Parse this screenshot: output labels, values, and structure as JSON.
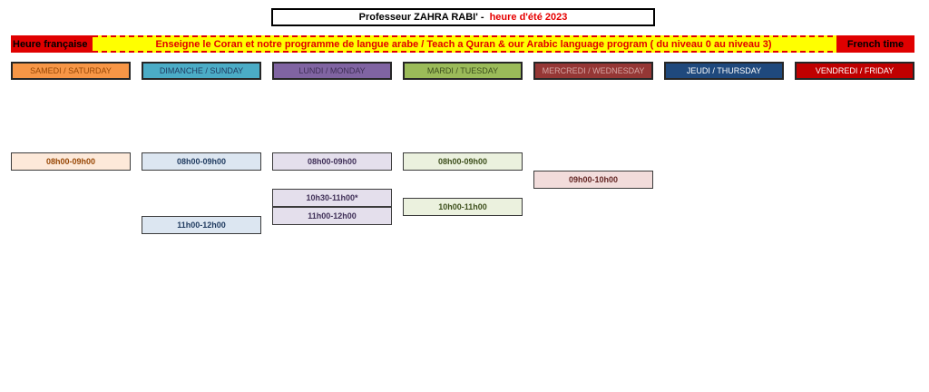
{
  "title": {
    "main": "Professeur ZAHRA RABI' -",
    "highlight": "heure d'été 2023"
  },
  "banner": {
    "left": "Heure française",
    "center": "Enseigne le Coran et notre programme de langue arabe / Teach a Quran  & our Arabic language program ( du niveau 0 au niveau 3)",
    "right": "French time"
  },
  "days": [
    {
      "label": "SAMEDI / SATURDAY",
      "bg": "#f79646",
      "fg": "#984806"
    },
    {
      "label": "DIMANCHE / SUNDAY",
      "bg": "#4bacc6",
      "fg": "#1f3a5f"
    },
    {
      "label": "LUNDI / MONDAY",
      "bg": "#8064a2",
      "fg": "#3f2f57"
    },
    {
      "label": "MARDI / TUESDAY",
      "bg": "#9bbb59",
      "fg": "#3d4f1c"
    },
    {
      "label": "MERCREDI / WEDNESDAY",
      "bg": "#953735",
      "fg": "#d6a6a4"
    },
    {
      "label": "JEUDI / THURSDAY",
      "bg": "#1f497d",
      "fg": "#ffffff"
    },
    {
      "label": "VENDREDI / FRIDAY",
      "bg": "#c00000",
      "fg": "#ffffff"
    }
  ],
  "slots": {
    "saturday": [
      "08h00-09h00"
    ],
    "sunday": [
      "08h00-09h00",
      "11h00-12h00"
    ],
    "monday": [
      "08h00-09h00",
      "10h30-11h00*",
      "11h00-12h00"
    ],
    "tuesday": [
      "08h00-09h00",
      "10h00-11h00"
    ],
    "wednesday": [
      "09h00-10h00"
    ]
  },
  "colors": {
    "saturday_slot": "#fde9d9",
    "sunday_slot": "#dce6f1",
    "monday_slot": "#e4dfec",
    "tuesday_slot": "#ebf1de",
    "wednesday_slot": "#f2dcdb"
  }
}
